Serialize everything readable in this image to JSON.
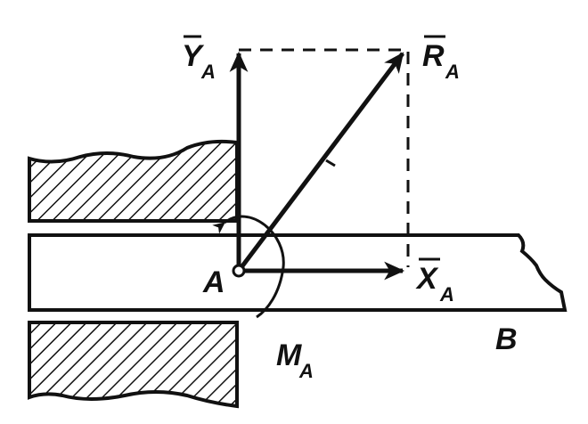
{
  "diagram": {
    "labels": {
      "Y": "Y",
      "Y_sub": "A",
      "R": "R",
      "R_sub": "A",
      "X": "X",
      "X_sub": "A",
      "A": "A",
      "M": "M",
      "M_sub": "A",
      "B": "B"
    },
    "colors": {
      "ink": "#111111",
      "paper": "#ffffff"
    },
    "vectors": [
      "Y-reaction-vector",
      "R-resultant-vector",
      "X-reaction-vector",
      "M-moment-arc"
    ]
  }
}
